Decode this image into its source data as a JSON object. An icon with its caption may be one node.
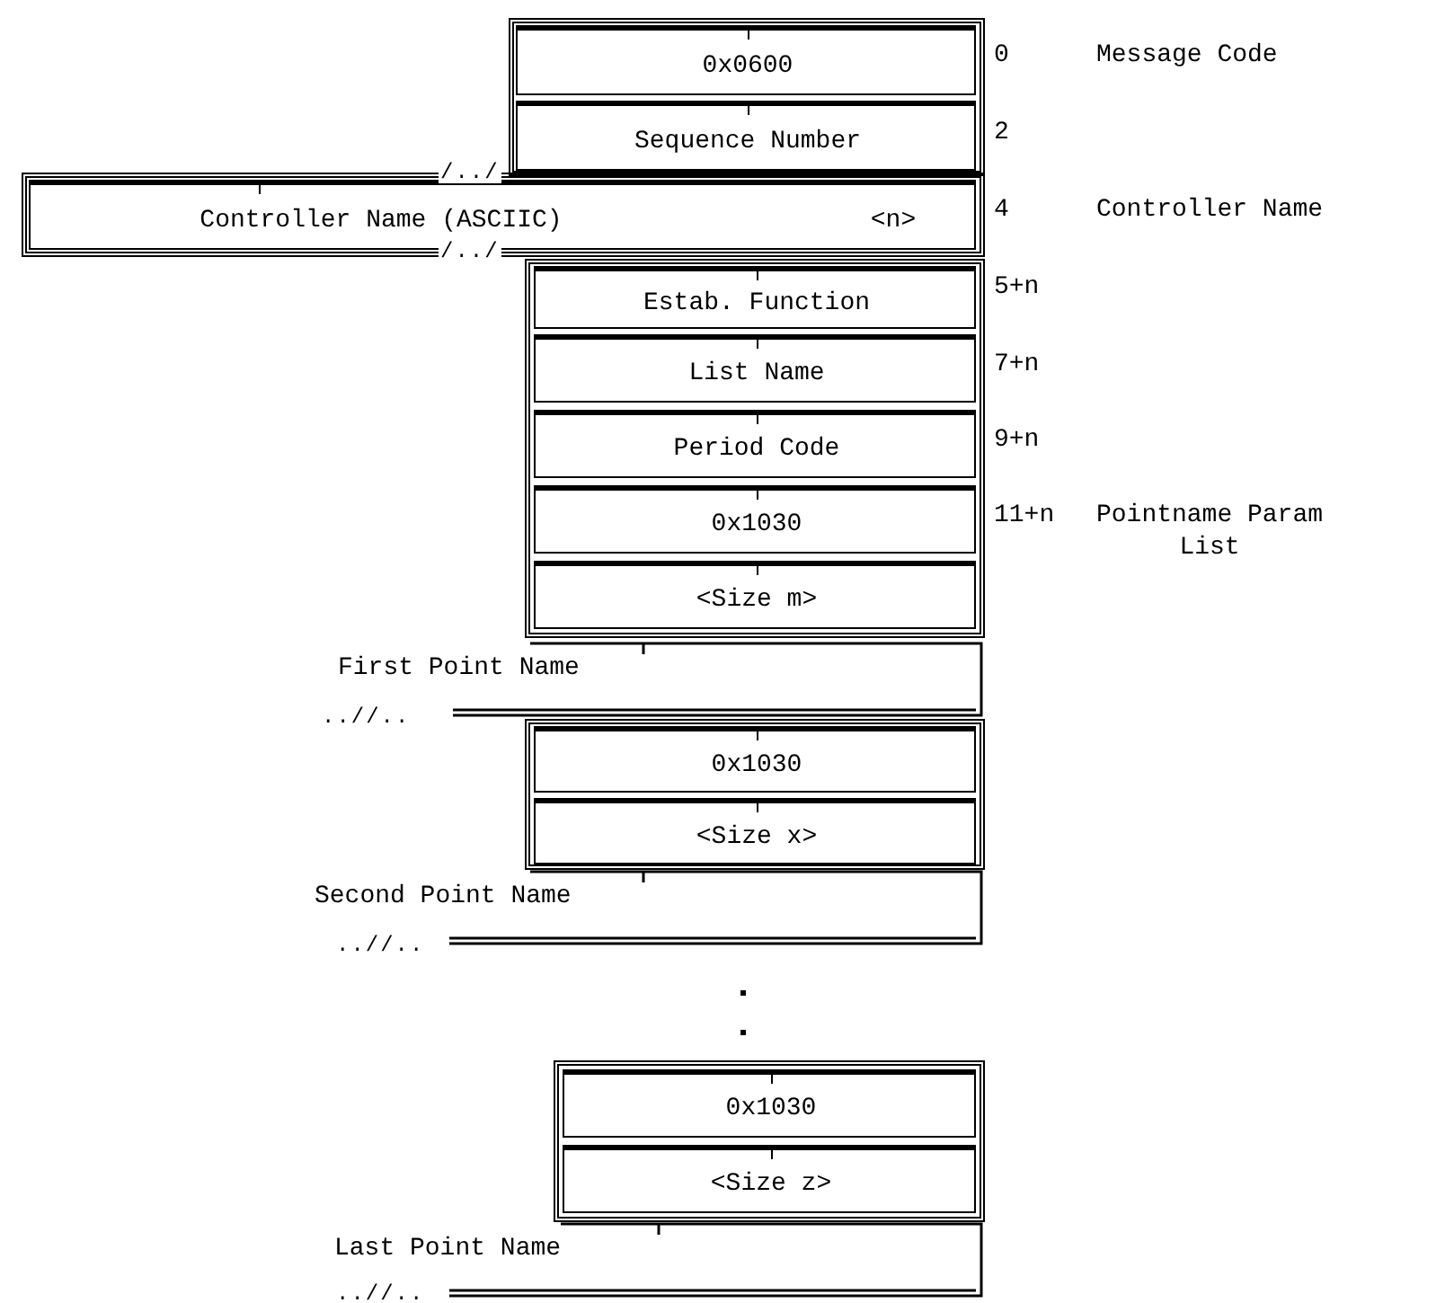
{
  "diagram": {
    "nodes": [
      {
        "text": [
          "0x0600"
        ],
        "beside": [
          "0",
          "Message Code"
        ]
      },
      {
        "text": [
          "Sequence Number"
        ],
        "beside": [
          "2"
        ]
      },
      {
        "text": [
          "Controller Name (ASCIIC)",
          "<n>"
        ],
        "beside": [
          "4",
          "Controller Name"
        ]
      },
      {
        "text": [
          "Estab. Function"
        ],
        "beside": [
          "5+n"
        ]
      },
      {
        "text": [
          "List Name"
        ],
        "beside": [
          "7+n"
        ]
      },
      {
        "text": [
          "Period Code"
        ],
        "beside": [
          "9+n"
        ]
      },
      {
        "text": [
          "0x1030"
        ],
        "beside": [
          "11+n",
          "Pointname Param List"
        ]
      },
      {
        "text": [
          "<Size m>"
        ]
      },
      {
        "text": [
          "First Point Name"
        ]
      },
      {
        "text": [
          "0x1030"
        ]
      },
      {
        "text": [
          "<Size x>"
        ]
      },
      {
        "text": [
          "Second Point Name"
        ]
      },
      {
        "text": [
          "0x1030"
        ]
      },
      {
        "text": [
          "<Size z>"
        ]
      },
      {
        "text": [
          "Last Point Name"
        ]
      }
    ],
    "labels": [
      "/../",
      "/../",
      "..//..",
      "..//..",
      "..//.."
    ]
  }
}
